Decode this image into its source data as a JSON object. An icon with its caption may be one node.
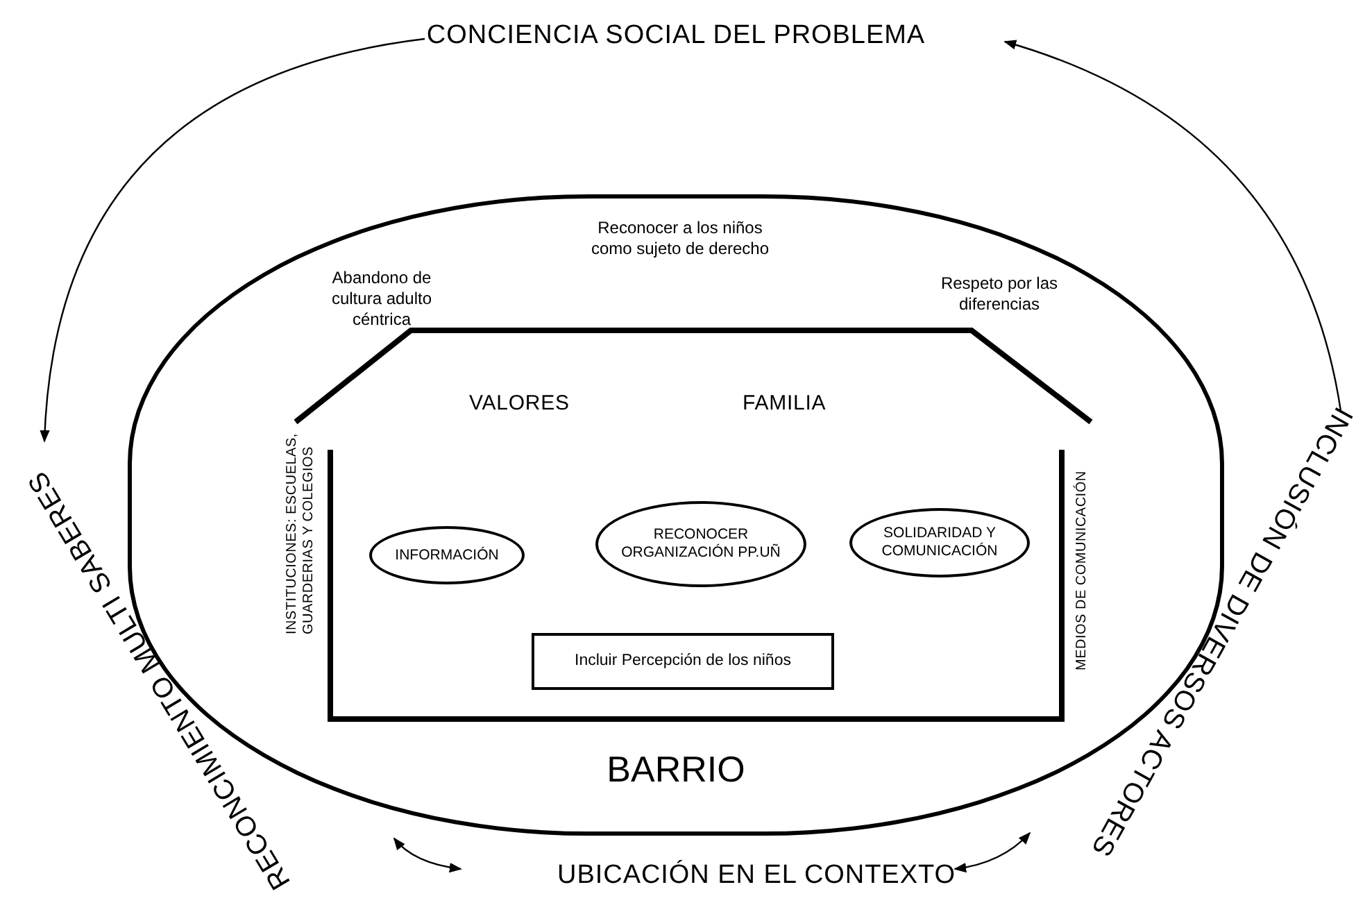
{
  "diagram": {
    "nodes": [
      {
        "text": [
          "CONCIENCIA SOCIAL DEL PROBLEMA"
        ]
      },
      {
        "text": [
          "RECONCIMIENTO MULTI SABERES"
        ]
      },
      {
        "text": [
          "INCLUSIÓN DE DIVERSOS ACTORES"
        ]
      },
      {
        "text": [
          "Abandono de cultura adulto céntrica",
          "Reconocer a los niños como sujeto de derecho",
          "Respeto por las diferencias",
          "BARRIO"
        ]
      },
      {
        "text": [
          "VALORES",
          "FAMILIA"
        ],
        "in": 3,
        "beside": [
          "INSTITUCIONES: ESCUELAS, GUARDERIAS Y COLEGIOS",
          "MEDIOS DE COMUNICACIÓN"
        ]
      },
      {
        "text": [
          "INFORMACIÓN"
        ],
        "in": 4
      },
      {
        "text": [
          "RECONOCER ORGANIZACIÓN PP.UÑ"
        ],
        "in": 4
      },
      {
        "text": [
          "SOLIDARIDAD Y COMUNICACIÓN"
        ],
        "in": 4
      },
      {
        "text": [
          "Incluir Percepción de los niños"
        ],
        "in": 4
      },
      {
        "text": [
          "UBICACIÓN EN EL CONTEXTO"
        ]
      }
    ],
    "edges": [
      {
        "from": 0,
        "to": 1,
        "arrow": "to"
      },
      {
        "from": 2,
        "to": 0,
        "arrow": "to"
      },
      {
        "from": 1,
        "to": 9,
        "arrow": "both"
      },
      {
        "from": 9,
        "to": 2,
        "arrow": "both"
      }
    ]
  }
}
